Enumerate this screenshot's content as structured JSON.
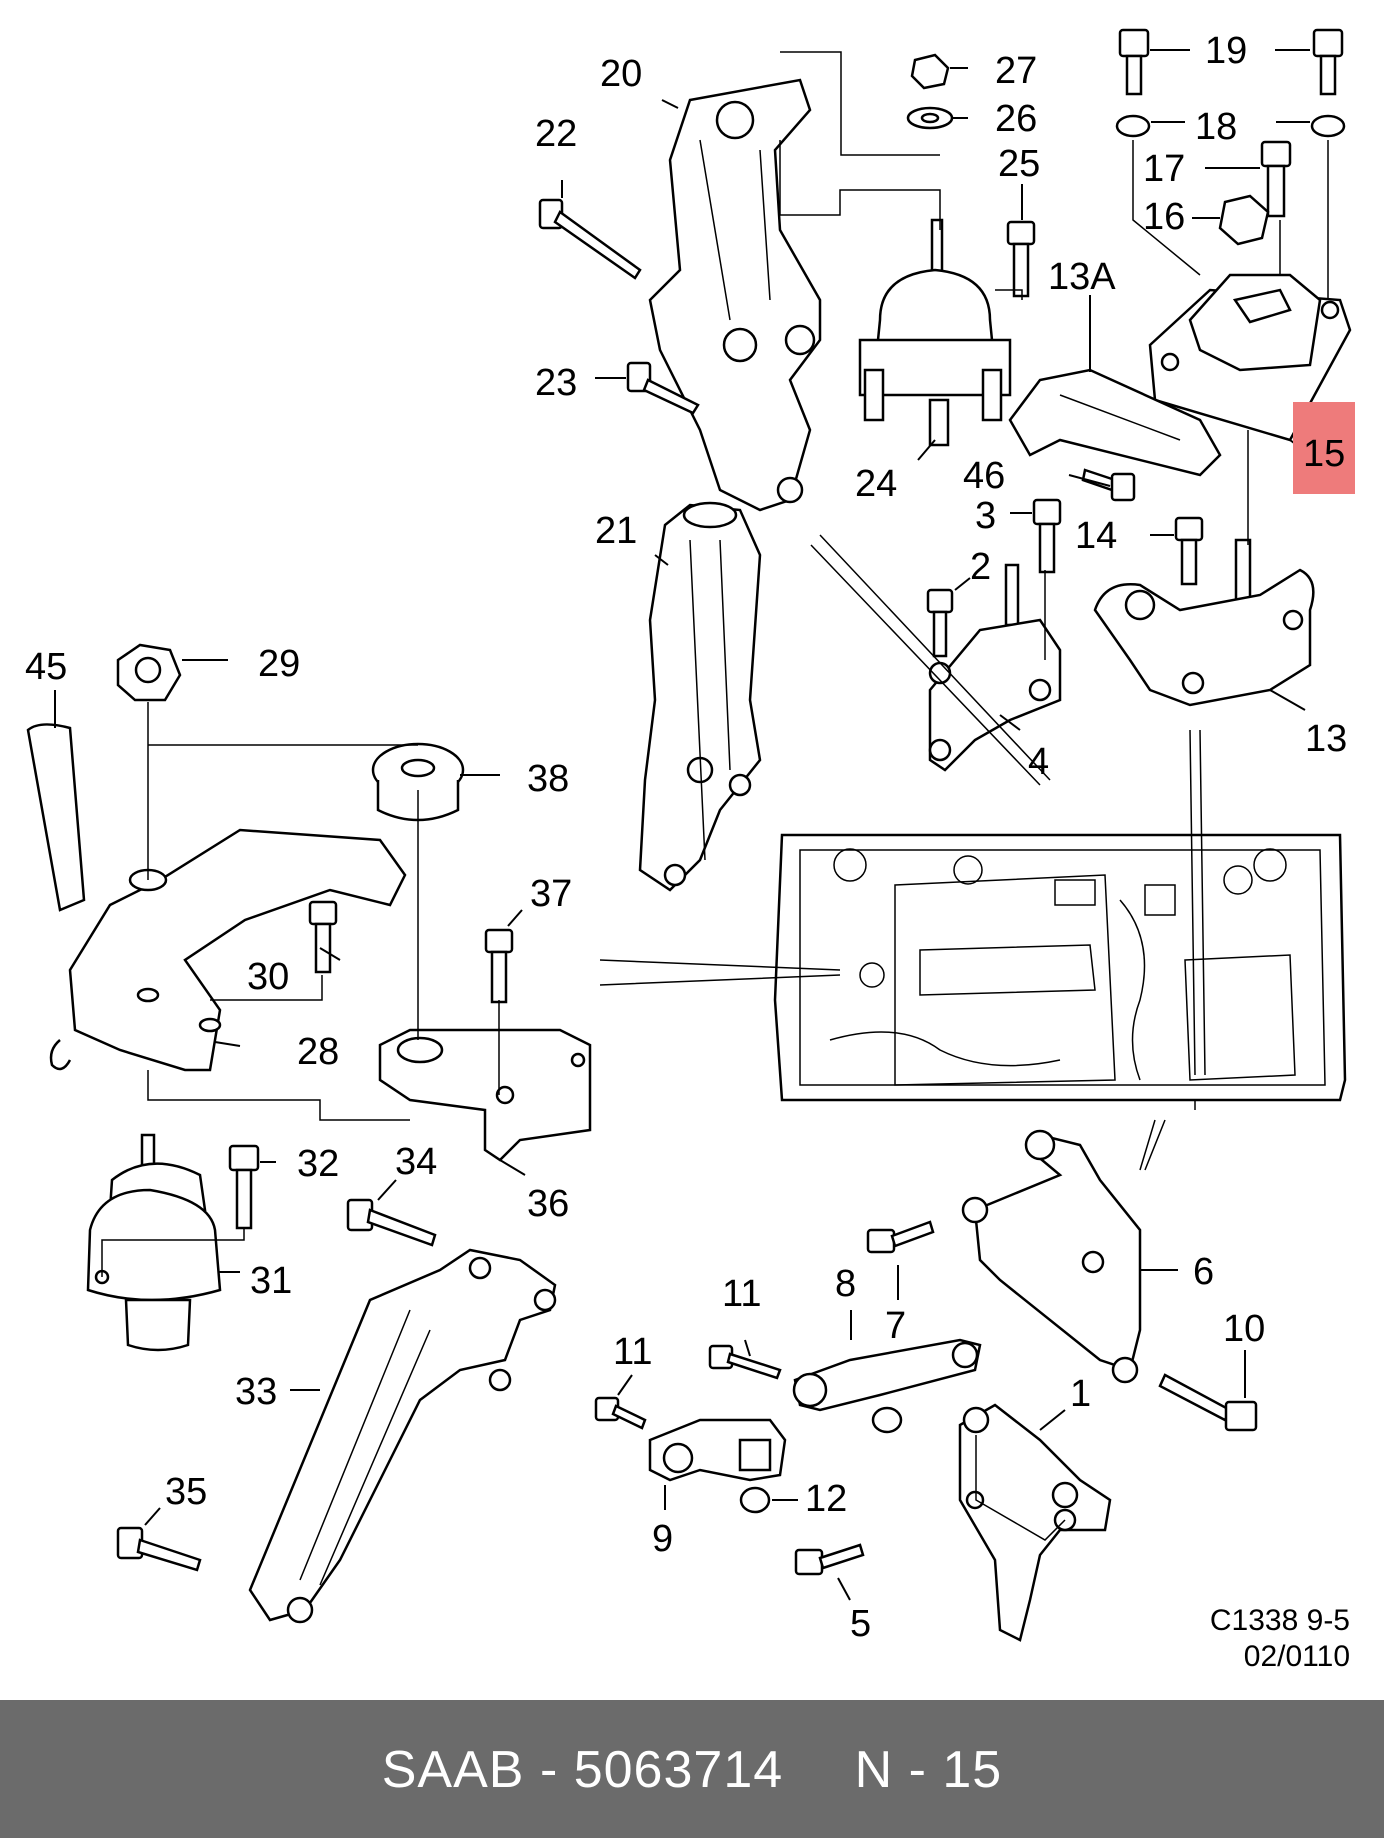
{
  "diagram": {
    "callouts": [
      "20",
      "22",
      "23",
      "27",
      "26",
      "25",
      "24",
      "19",
      "18",
      "17",
      "16",
      "13A",
      "15",
      "46",
      "3",
      "14",
      "2",
      "4",
      "13",
      "21",
      "45",
      "29",
      "38",
      "37",
      "30",
      "28",
      "32",
      "34",
      "31",
      "36",
      "33",
      "35",
      "11",
      "8",
      "7",
      "6",
      "10",
      "11",
      "1",
      "12",
      "9",
      "5"
    ],
    "highlighted_callout": "15",
    "highlight_color": "#ee7b7b",
    "reference": [
      "C1338 9-5",
      "02/0110"
    ]
  },
  "footer": {
    "brand": "SAAB",
    "part_number": "5063714",
    "position": "N - 15",
    "separator": "-",
    "background": "#6b6b6b"
  }
}
